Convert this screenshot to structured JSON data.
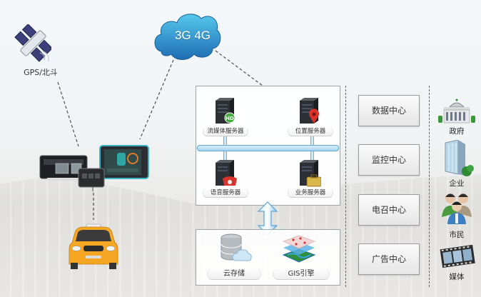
{
  "diagram": {
    "network": {
      "cloud_label": "3G 4G"
    },
    "positioning": {
      "label": "GPS/北斗"
    },
    "terminals": {
      "devices": [
        "vehicle-dvr",
        "vehicle-control-pad",
        "vehicle-tablet"
      ],
      "vehicle": "taxi"
    },
    "servers": [
      {
        "label": "流媒体服务器",
        "badge": "HD"
      },
      {
        "label": "位置服务器",
        "badge": "map-pin"
      },
      {
        "label": "语音服务器",
        "badge": "telephone"
      },
      {
        "label": "业务服务器",
        "badge": "briefcase"
      }
    ],
    "storage": [
      {
        "label": "云存储"
      },
      {
        "label": "GIS引擎"
      }
    ],
    "centers": [
      {
        "label": "数据中心"
      },
      {
        "label": "监控中心"
      },
      {
        "label": "电召中心"
      },
      {
        "label": "广告中心"
      }
    ],
    "users": [
      {
        "label": "政府"
      },
      {
        "label": "企业"
      },
      {
        "label": "市民"
      },
      {
        "label": "媒体"
      }
    ]
  },
  "colors": {
    "cloud_top": "#4fc3e8",
    "cloud_bottom": "#1f6fb5",
    "bus": "#a8d4f0",
    "bus_border": "#5fa8d8",
    "taxi": "#f5a623",
    "panel_border": "#9fa4a6",
    "dash": "#5e6366"
  }
}
